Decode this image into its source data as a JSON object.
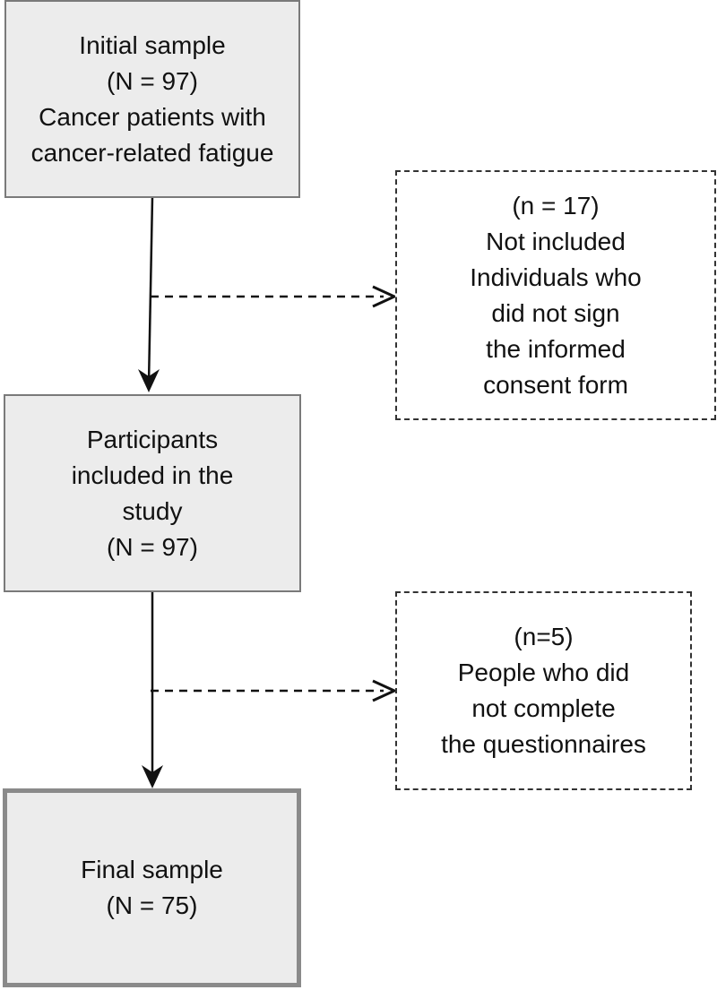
{
  "initial": {
    "lines": [
      "Initial sample",
      "(N = 97)",
      "Cancer patients with",
      "cancer-related fatigue"
    ]
  },
  "excluded1": {
    "lines": [
      "(n = 17)",
      "Not included",
      "Individuals who",
      "did not sign",
      "the informed",
      "consent form"
    ]
  },
  "included": {
    "lines": [
      "Participants",
      "included in the",
      "study",
      "(N = 97)"
    ]
  },
  "excluded2": {
    "lines": [
      "(n=5)",
      "People who did",
      "not complete",
      "the questionnaires"
    ]
  },
  "final": {
    "lines": [
      "Final sample",
      "(N = 75)"
    ]
  }
}
